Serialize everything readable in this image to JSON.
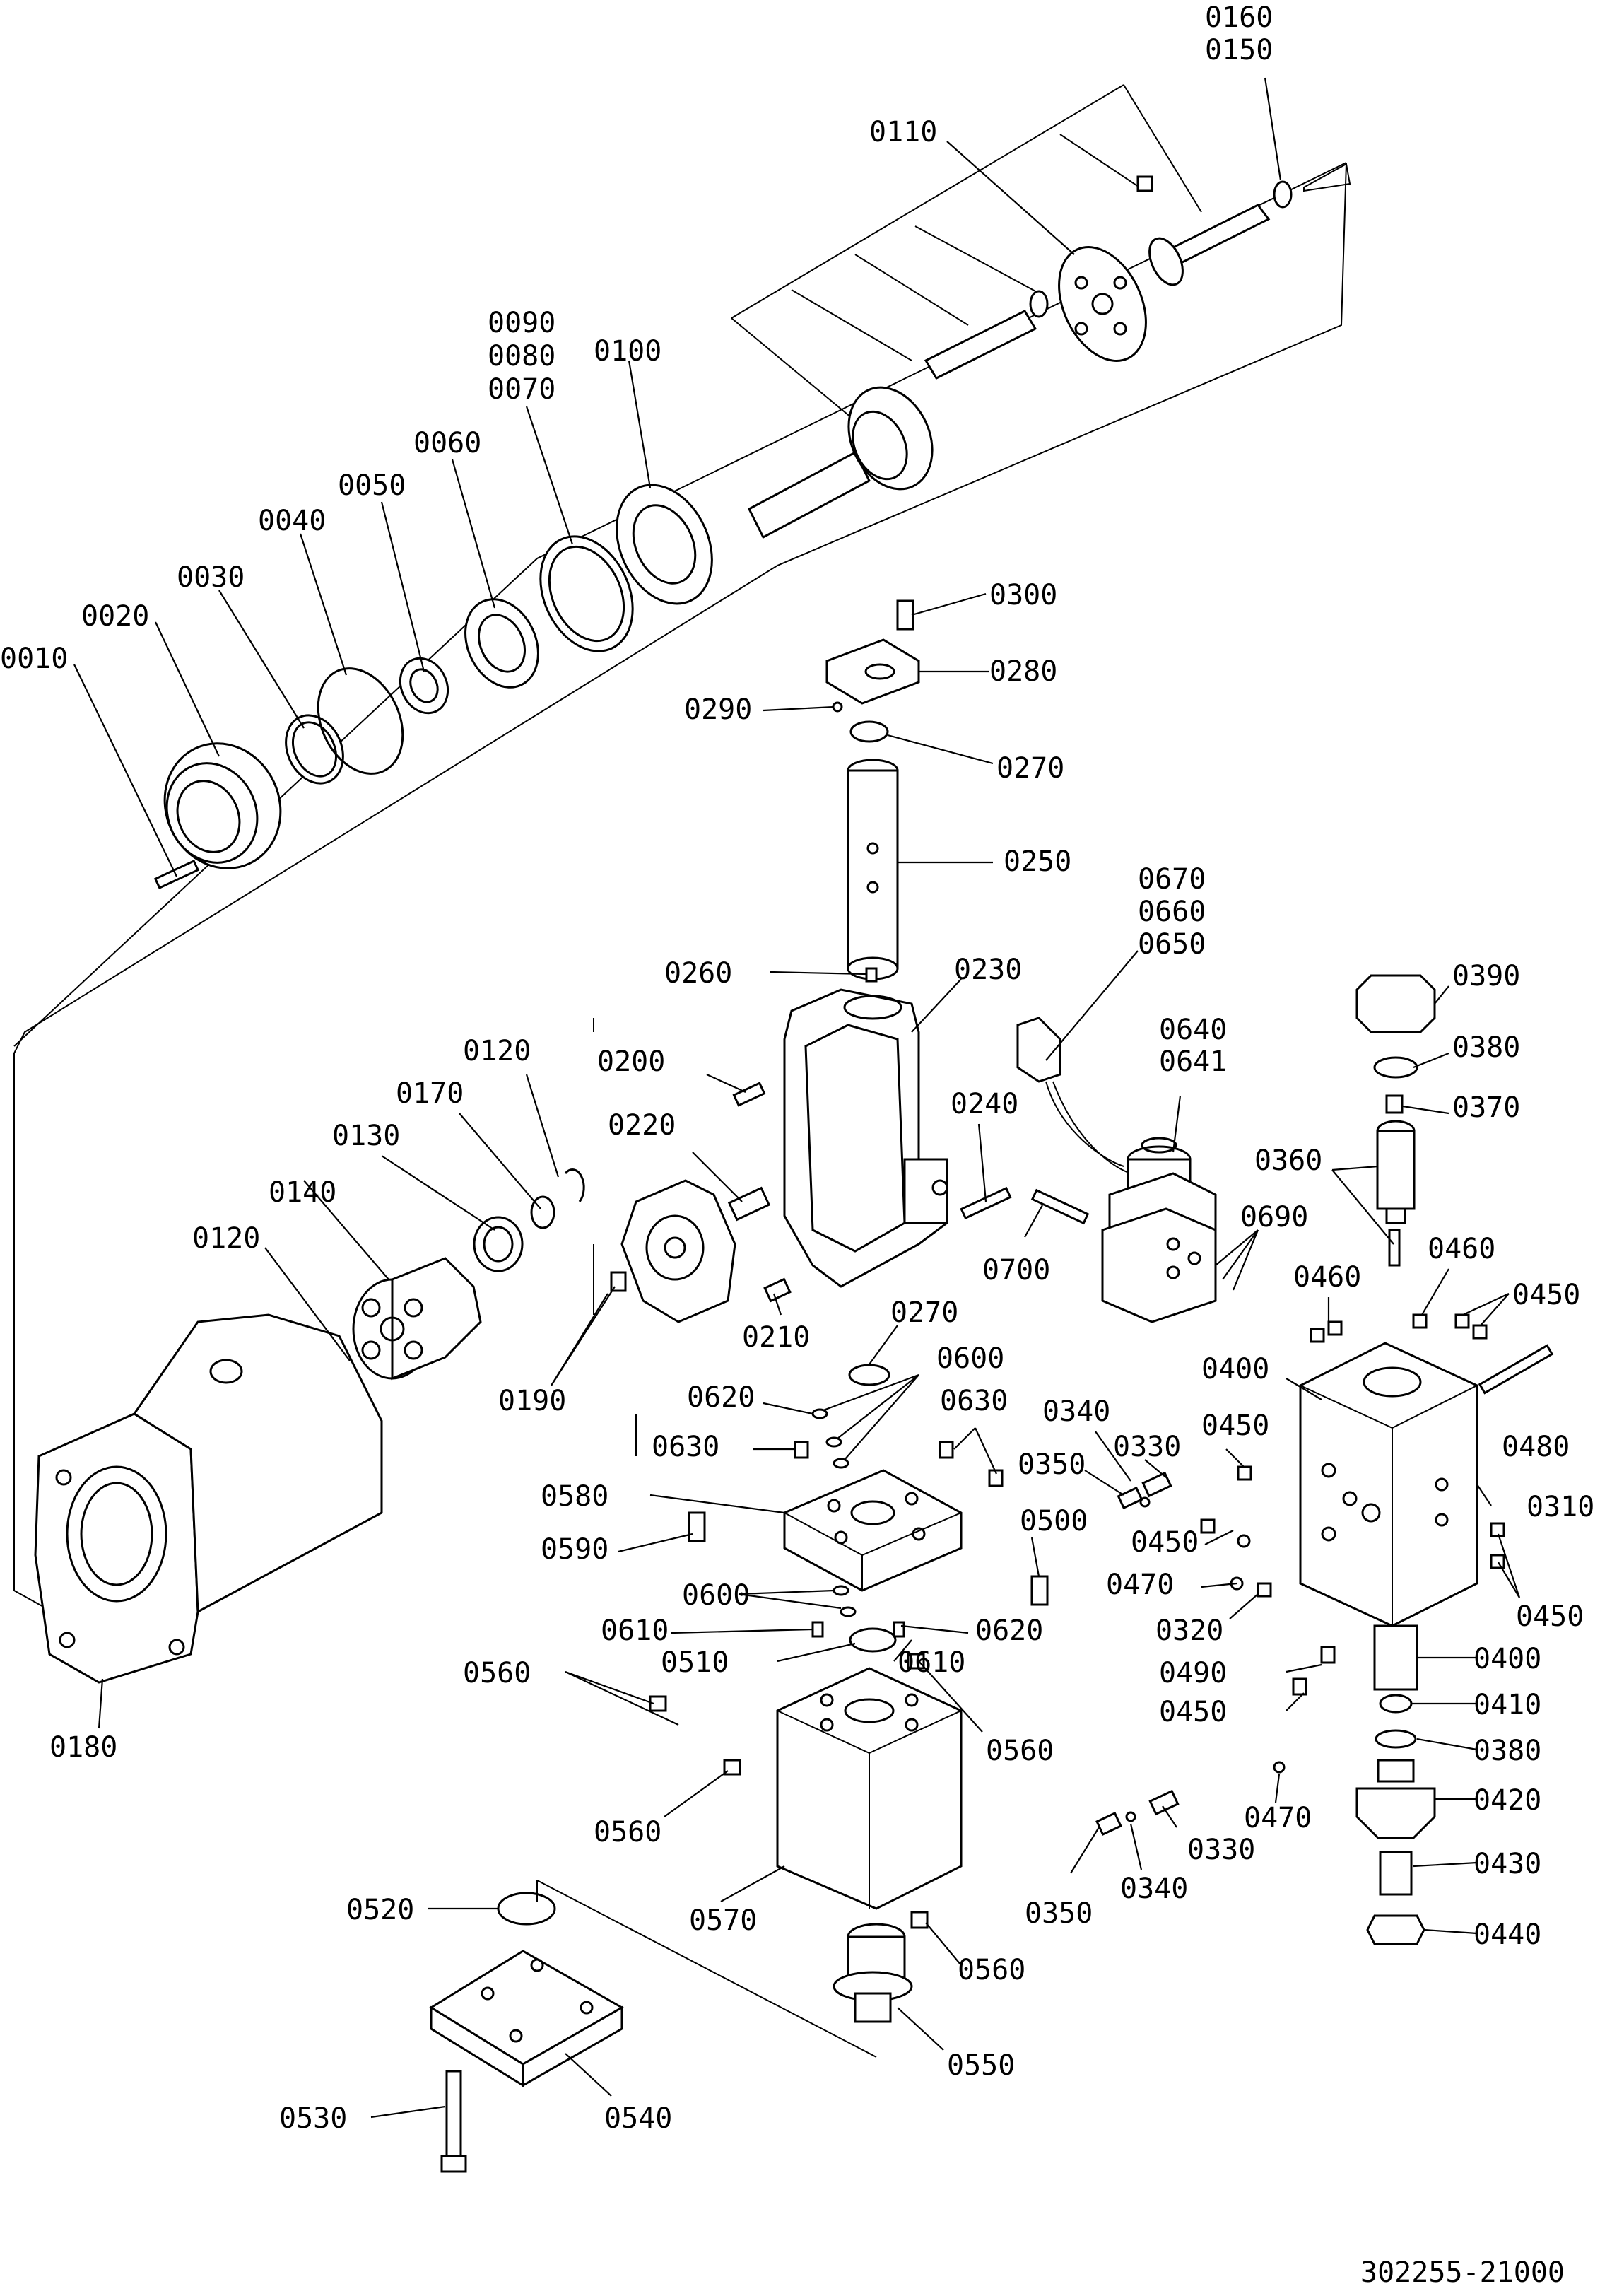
{
  "drawing_code": "302255-21000",
  "callouts": [
    {
      "id": "c0010",
      "text": "0010"
    },
    {
      "id": "c0020",
      "text": "0020"
    },
    {
      "id": "c0030",
      "text": "0030"
    },
    {
      "id": "c0040",
      "text": "0040"
    },
    {
      "id": "c0050",
      "text": "0050"
    },
    {
      "id": "c0060",
      "text": "0060"
    },
    {
      "id": "c0090",
      "text": "0090"
    },
    {
      "id": "c0080",
      "text": "0080"
    },
    {
      "id": "c0070",
      "text": "0070"
    },
    {
      "id": "c0100",
      "text": "0100"
    },
    {
      "id": "c0110",
      "text": "0110"
    },
    {
      "id": "c0160",
      "text": "0160"
    },
    {
      "id": "c0150",
      "text": "0150"
    },
    {
      "id": "c0300",
      "text": "0300"
    },
    {
      "id": "c0280",
      "text": "0280"
    },
    {
      "id": "c0290",
      "text": "0290"
    },
    {
      "id": "c0270a",
      "text": "0270"
    },
    {
      "id": "c0250",
      "text": "0250"
    },
    {
      "id": "c0670",
      "text": "0670"
    },
    {
      "id": "c0660",
      "text": "0660"
    },
    {
      "id": "c0650",
      "text": "0650"
    },
    {
      "id": "c0260",
      "text": "0260"
    },
    {
      "id": "c0230",
      "text": "0230"
    },
    {
      "id": "c0390",
      "text": "0390"
    },
    {
      "id": "c0120a",
      "text": "0120"
    },
    {
      "id": "c0170",
      "text": "0170"
    },
    {
      "id": "c0200",
      "text": "0200"
    },
    {
      "id": "c0640",
      "text": "0640"
    },
    {
      "id": "c0641",
      "text": "0641"
    },
    {
      "id": "c0380a",
      "text": "0380"
    },
    {
      "id": "c0130",
      "text": "0130"
    },
    {
      "id": "c0220",
      "text": "0220"
    },
    {
      "id": "c0240",
      "text": "0240"
    },
    {
      "id": "c0370",
      "text": "0370"
    },
    {
      "id": "c0140",
      "text": "0140"
    },
    {
      "id": "c0360",
      "text": "0360"
    },
    {
      "id": "c0690",
      "text": "0690"
    },
    {
      "id": "c0120b",
      "text": "0120"
    },
    {
      "id": "c0700",
      "text": "0700"
    },
    {
      "id": "c0460a",
      "text": "0460"
    },
    {
      "id": "c0460b",
      "text": "0460"
    },
    {
      "id": "c0450a",
      "text": "0450"
    },
    {
      "id": "c0210",
      "text": "0210"
    },
    {
      "id": "c0270b",
      "text": "0270"
    },
    {
      "id": "c0190",
      "text": "0190"
    },
    {
      "id": "c0600a",
      "text": "0600"
    },
    {
      "id": "c0400a",
      "text": "0400"
    },
    {
      "id": "c0620a",
      "text": "0620"
    },
    {
      "id": "c0630a",
      "text": "0630"
    },
    {
      "id": "c0340a",
      "text": "0340"
    },
    {
      "id": "c0450b",
      "text": "0450"
    },
    {
      "id": "c0480",
      "text": "0480"
    },
    {
      "id": "c0630b",
      "text": "0630"
    },
    {
      "id": "c0330a",
      "text": "0330"
    },
    {
      "id": "c0350a",
      "text": "0350"
    },
    {
      "id": "c0580",
      "text": "0580"
    },
    {
      "id": "c0310",
      "text": "0310"
    },
    {
      "id": "c0500",
      "text": "0500"
    },
    {
      "id": "c0450c",
      "text": "0450"
    },
    {
      "id": "c0590",
      "text": "0590"
    },
    {
      "id": "c0470a",
      "text": "0470"
    },
    {
      "id": "c0600b",
      "text": "0600"
    },
    {
      "id": "c0450d",
      "text": "0450"
    },
    {
      "id": "c0320",
      "text": "0320"
    },
    {
      "id": "c0610a",
      "text": "0610"
    },
    {
      "id": "c0620b",
      "text": "0620"
    },
    {
      "id": "c0510",
      "text": "0510"
    },
    {
      "id": "c0610b",
      "text": "0610"
    },
    {
      "id": "c0400b",
      "text": "0400"
    },
    {
      "id": "c0490",
      "text": "0490"
    },
    {
      "id": "c0560a",
      "text": "0560"
    },
    {
      "id": "c0450e",
      "text": "0450"
    },
    {
      "id": "c0410",
      "text": "0410"
    },
    {
      "id": "c0180",
      "text": "0180"
    },
    {
      "id": "c0560b",
      "text": "0560"
    },
    {
      "id": "c0380b",
      "text": "0380"
    },
    {
      "id": "c0420",
      "text": "0420"
    },
    {
      "id": "c0470b",
      "text": "0470"
    },
    {
      "id": "c0560c",
      "text": "0560"
    },
    {
      "id": "c0330b",
      "text": "0330"
    },
    {
      "id": "c0430",
      "text": "0430"
    },
    {
      "id": "c0350b",
      "text": "0350"
    },
    {
      "id": "c0340b",
      "text": "0340"
    },
    {
      "id": "c0570",
      "text": "0570"
    },
    {
      "id": "c0440",
      "text": "0440"
    },
    {
      "id": "c0520",
      "text": "0520"
    },
    {
      "id": "c0560d",
      "text": "0560"
    },
    {
      "id": "c0550",
      "text": "0550"
    },
    {
      "id": "c0530",
      "text": "0530"
    },
    {
      "id": "c0540",
      "text": "0540"
    }
  ]
}
